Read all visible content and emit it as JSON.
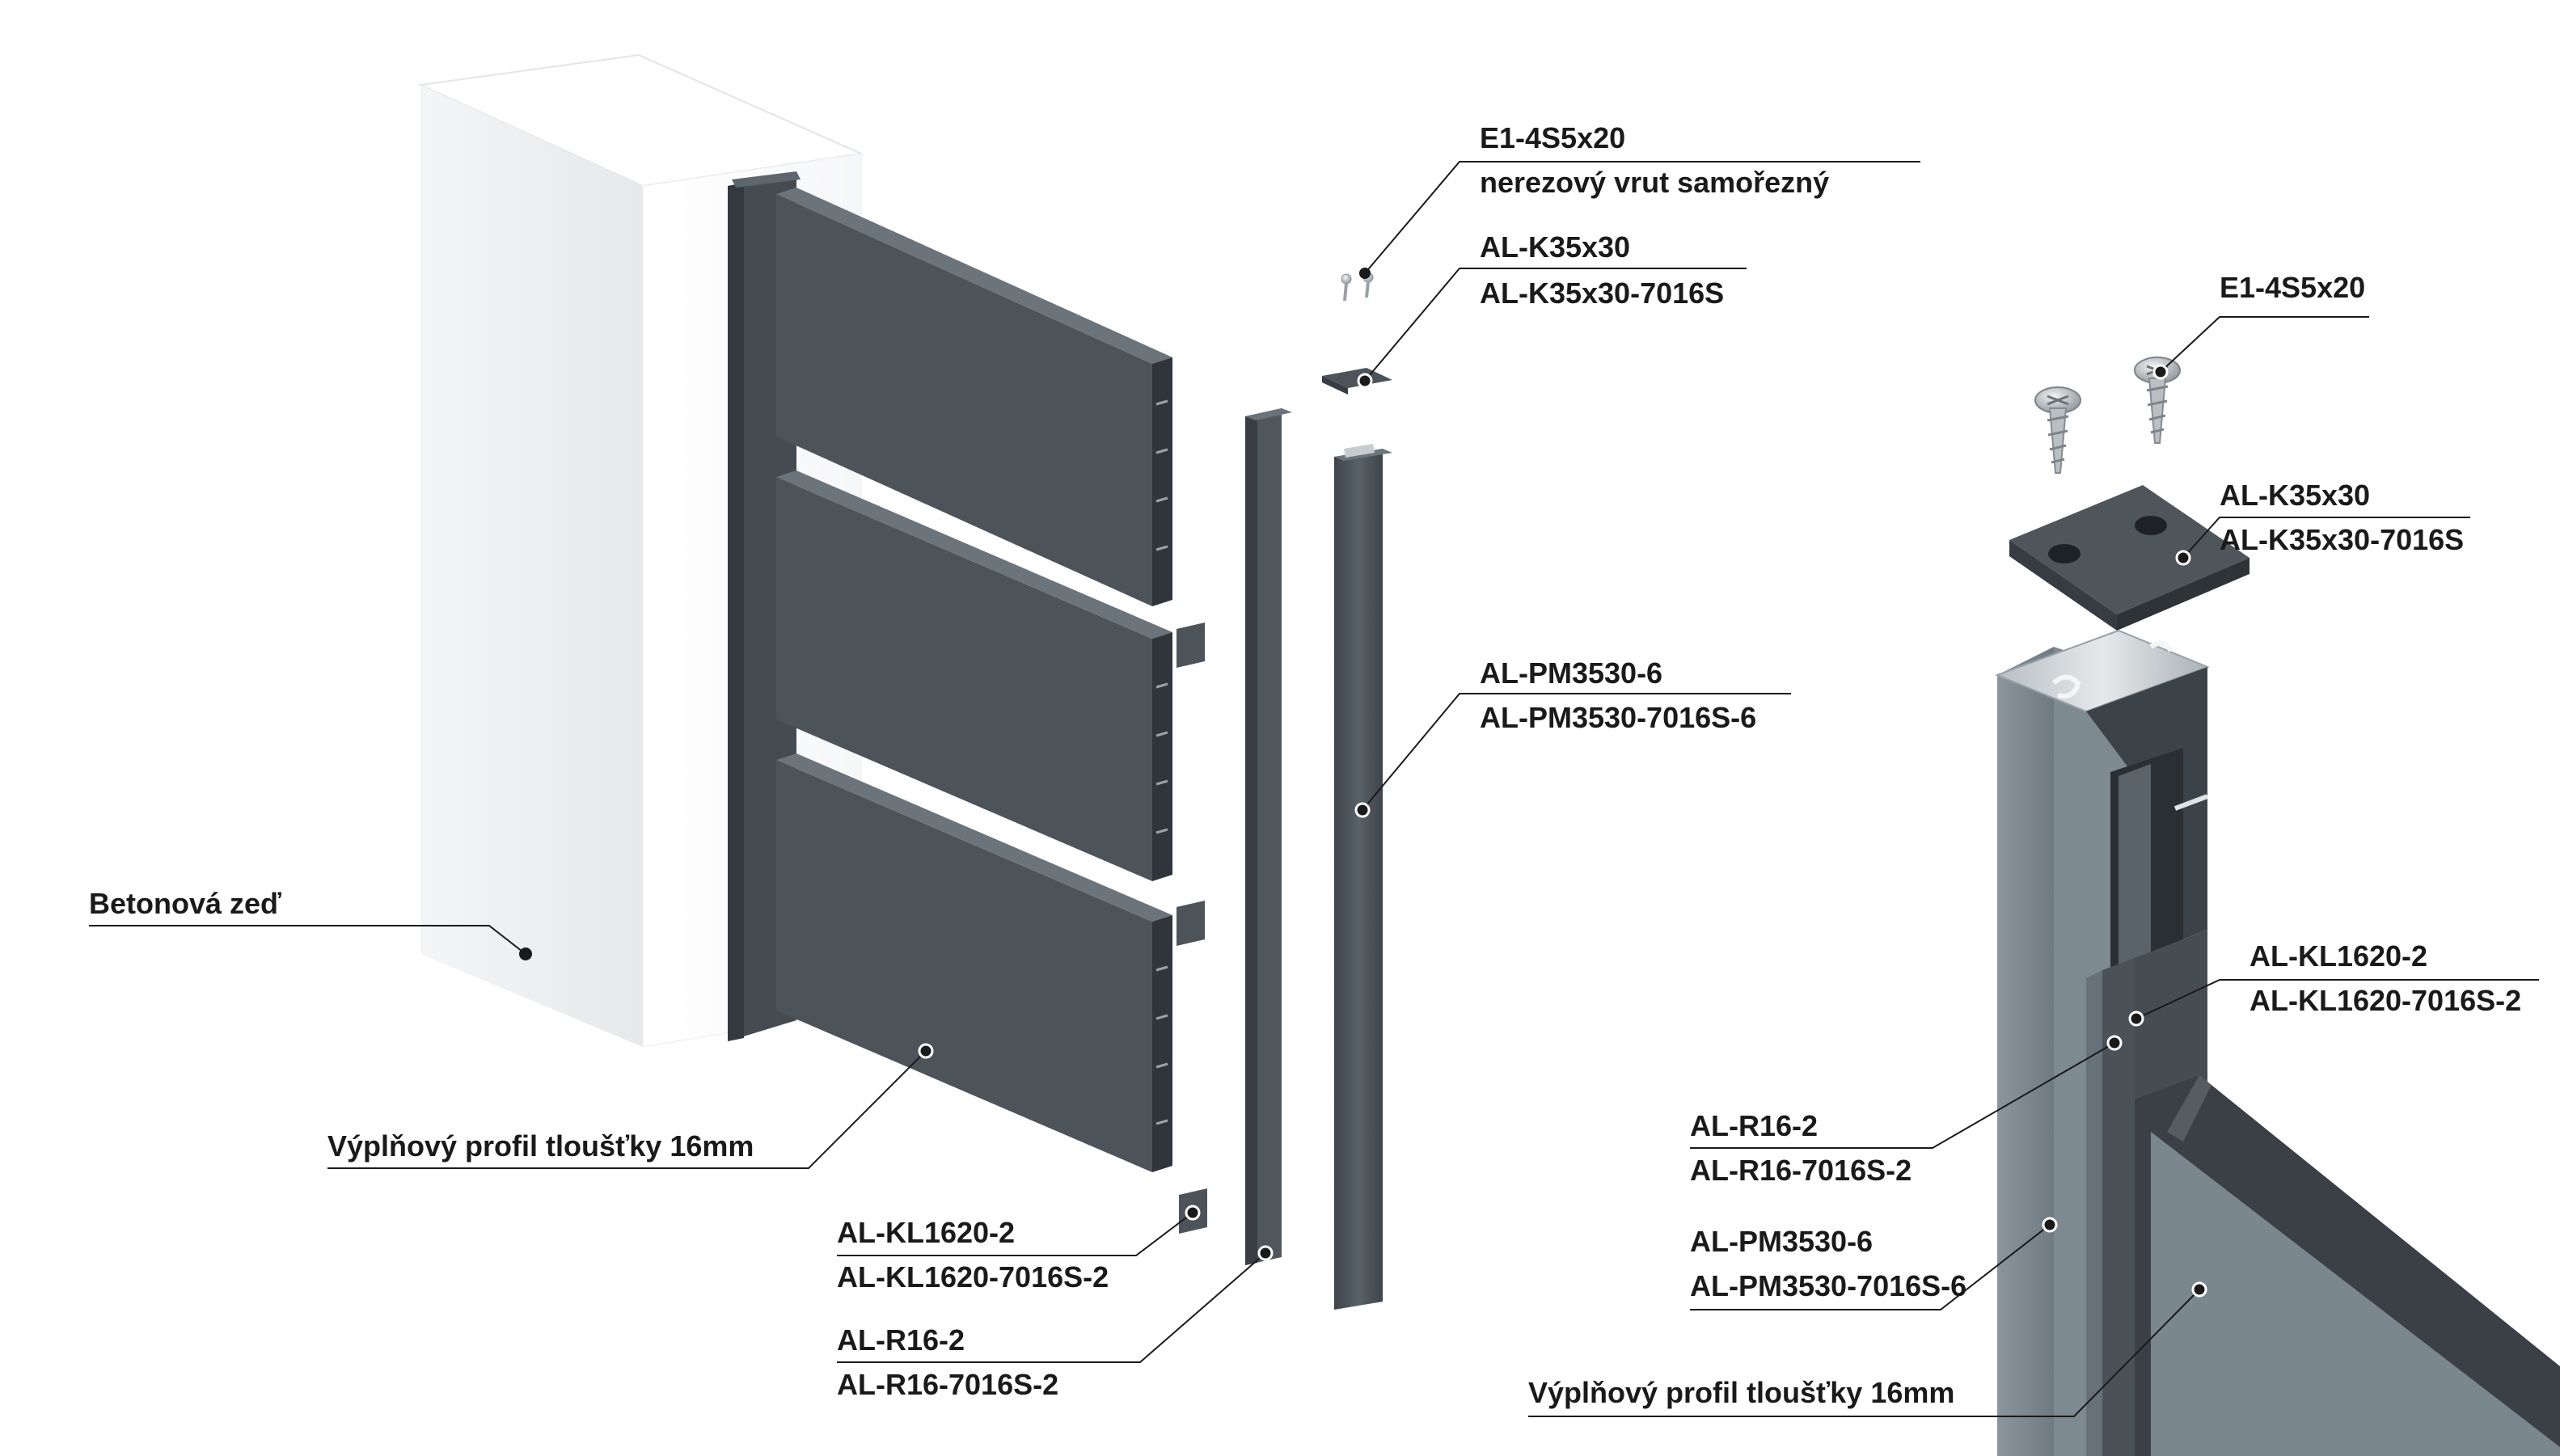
{
  "labels": {
    "screw_code": "E1-4S5x20",
    "screw_desc": "nerezový vrut samořezný",
    "cap_code": "AL-K35x30",
    "cap_code_color": "AL-K35x30-7016S",
    "post_code": "AL-PM3530-6",
    "post_code_color": "AL-PM3530-7016S-6",
    "wall": "Betonová zeď",
    "infill_left": "Výplňový profil tloušťky 16mm",
    "clip_code": "AL-KL1620-2",
    "clip_code_color": "AL-KL1620-7016S-2",
    "rail_code": "AL-R16-2",
    "rail_code_color": "AL-R16-7016S-2",
    "screw_code_right": "E1-4S5x20",
    "cap_code_right": "AL-K35x30",
    "cap_code_color_right": "AL-K35x30-7016S",
    "clip_code_right": "AL-KL1620-2",
    "clip_code_color_right": "AL-KL1620-7016S-2",
    "rail_code_right": "AL-R16-2",
    "rail_code_color_right": "AL-R16-7016S-2",
    "post_code_right": "AL-PM3530-6",
    "post_code_color_right": "AL-PM3530-7016S-6",
    "infill_right": "Výplňový profil tloušťky 16mm"
  },
  "colors": {
    "anthracite": "#4a5157",
    "anthracite_dark": "#3a4046",
    "grey_face": "#7b878f",
    "aluminium": "#c9ced2",
    "wall": "#f2f3f4"
  }
}
